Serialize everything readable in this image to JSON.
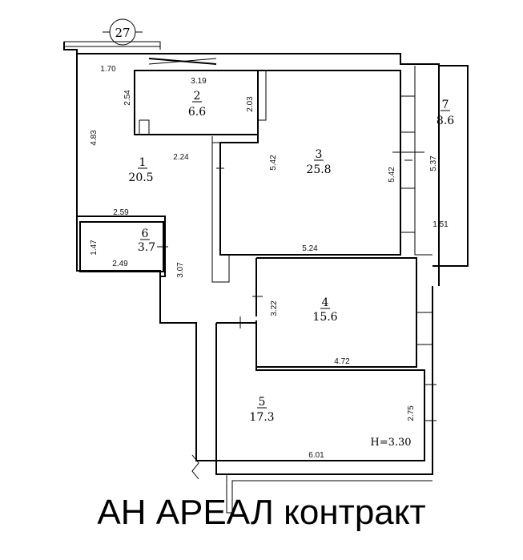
{
  "axis_marker": "27",
  "rooms": [
    {
      "number": "1",
      "area": "20.5"
    },
    {
      "number": "2",
      "area": "6.6"
    },
    {
      "number": "3",
      "area": "25.8"
    },
    {
      "number": "4",
      "area": "15.6"
    },
    {
      "number": "5",
      "area": "17.3"
    },
    {
      "number": "6",
      "area": "3.7"
    },
    {
      "number": "7",
      "area": "8.6"
    }
  ],
  "dimensions": {
    "d1_70": "1.70",
    "d3_19": "3.19",
    "d2_54": "2.54",
    "d2_03": "2.03",
    "d4_83": "4.83",
    "d2_24": "2.24",
    "d5_42a": "5.42",
    "d5_42b": "5.42",
    "d5_37": "5.37",
    "d1_51": "1.51",
    "d2_59": "2.59",
    "d1_47": "1.47",
    "d2_49": "2.49",
    "d3_07": "3.07",
    "d5_24": "5.24",
    "d3_22": "3.22",
    "d4_72": "4.72",
    "d2_75": "2.75",
    "d6_01": "6.01"
  },
  "ceiling_height": "H=3.30",
  "watermark": "АН АРЕАЛ контракт"
}
